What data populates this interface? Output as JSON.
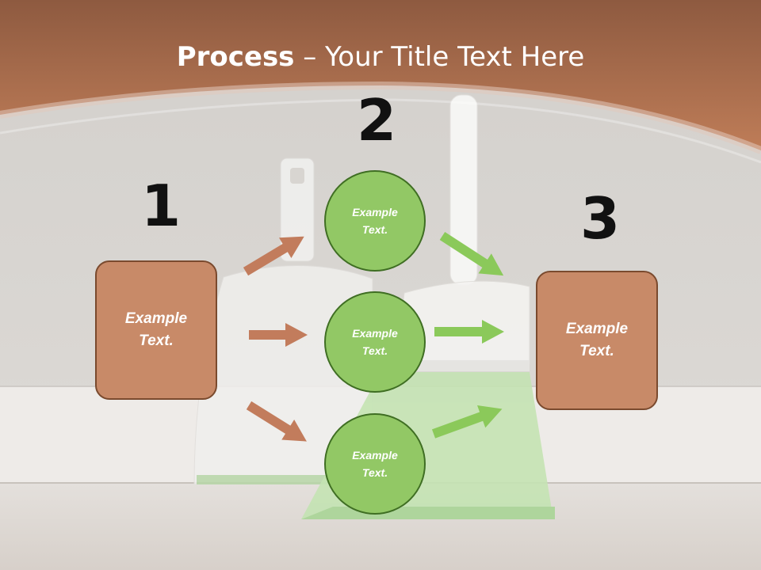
{
  "title": {
    "bold": "Process",
    "rest": " – Your Title Text Here"
  },
  "numbers": [
    "1",
    "2",
    "3"
  ],
  "left_box": {
    "text": "Example\nText."
  },
  "circles": [
    {
      "text": "Example\nText."
    },
    {
      "text": "Example\nText."
    },
    {
      "text": "Example\nText."
    }
  ],
  "right_box": {
    "text": "Example\nText."
  },
  "colors": {
    "banner": "#b87553",
    "box_fill": "#c88a68",
    "box_border": "#7a4a2e",
    "circle_fill": "#92c865",
    "circle_border": "#3f6e23",
    "arrow_brown": "#c27c5c",
    "arrow_green": "#8bc95a"
  }
}
